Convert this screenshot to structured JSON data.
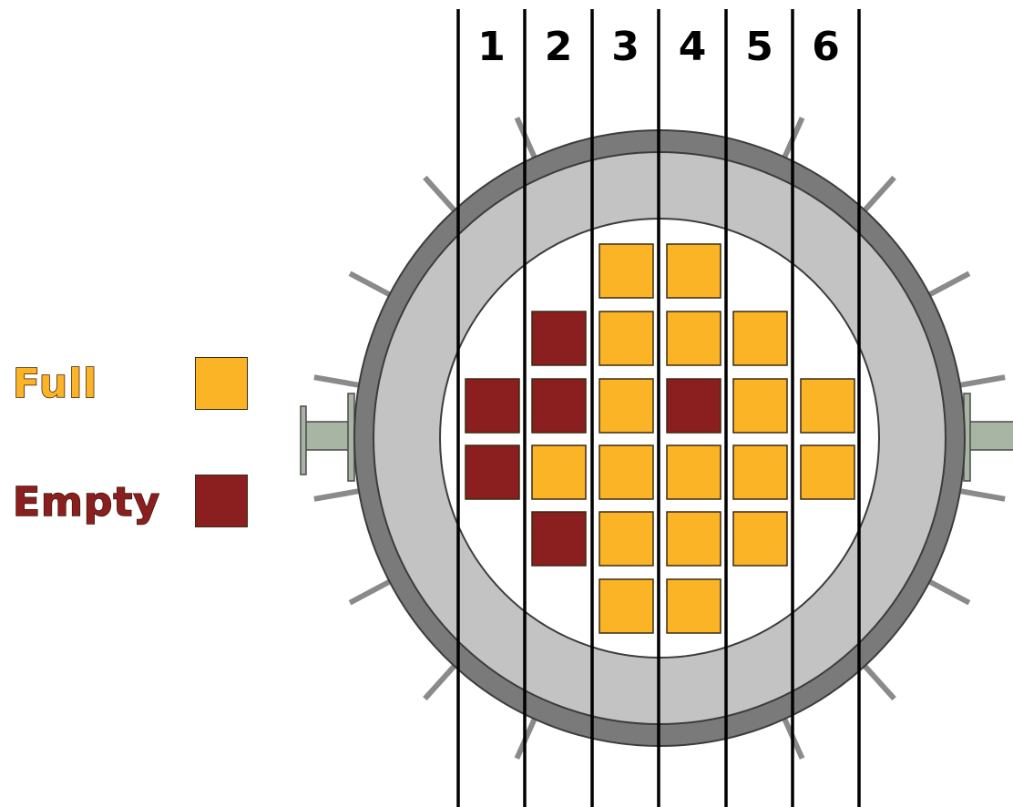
{
  "legend": {
    "full_label": "Full",
    "empty_label": "Empty"
  },
  "columns": [
    "1",
    "2",
    "3",
    "4",
    "5",
    "6"
  ],
  "colors": {
    "full": "#fbb425",
    "empty": "#8b1f1f",
    "outer_shell": "#7a7a7a",
    "inner_ring": "#c3c3c3",
    "ring_edge": "#3c3c3c",
    "nozzle": "#a9b5a4",
    "divider": "#000000"
  },
  "core_map": [
    [
      "",
      "",
      "full",
      "full",
      "",
      ""
    ],
    [
      "",
      "empty",
      "full",
      "full",
      "full",
      ""
    ],
    [
      "empty",
      "empty",
      "full",
      "empty",
      "full",
      "full"
    ],
    [
      "empty",
      "full",
      "full",
      "full",
      "full",
      "full"
    ],
    [
      "",
      "empty",
      "full",
      "full",
      "full",
      ""
    ],
    [
      "",
      "",
      "full",
      "full",
      "",
      ""
    ]
  ]
}
